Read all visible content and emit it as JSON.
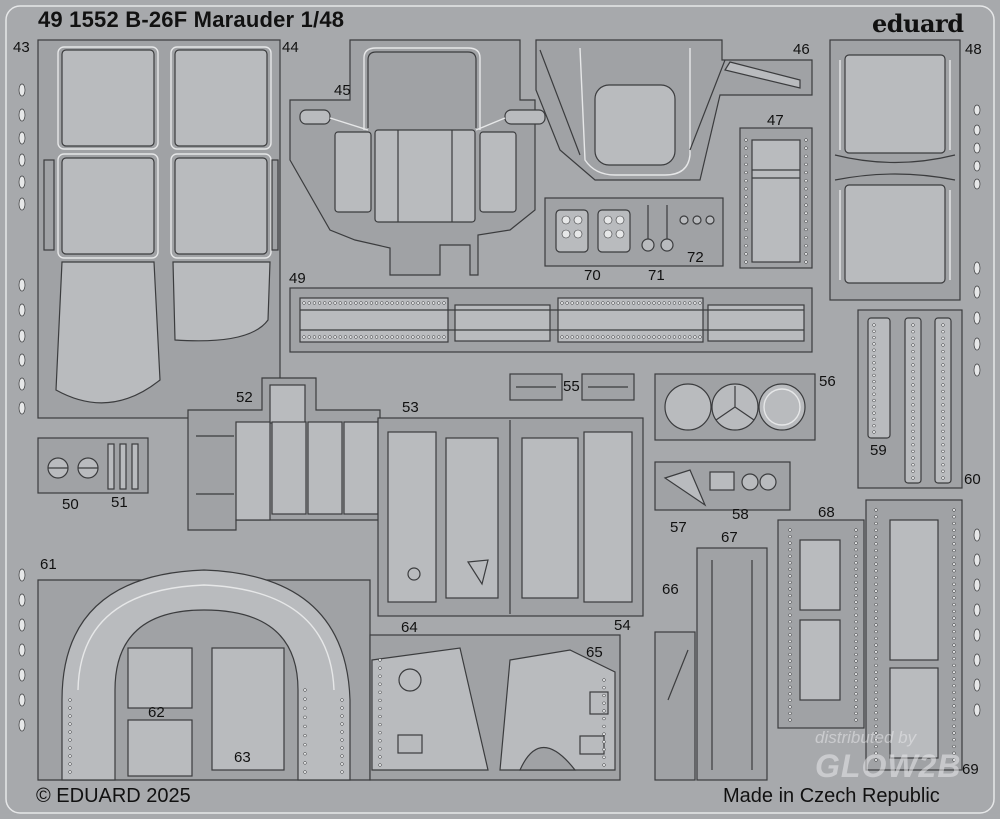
{
  "header": {
    "title": "49 1552 B-26F Marauder 1/48",
    "brand": "eduard"
  },
  "footer": {
    "copyright": "© EDUARD 2025",
    "origin": "Made in Czech Republic"
  },
  "watermark": {
    "line1": "distributed by",
    "line2": "GLOW2B"
  },
  "part_numbers": [
    "43",
    "44",
    "45",
    "46",
    "47",
    "48",
    "49",
    "50",
    "51",
    "52",
    "53",
    "54",
    "55",
    "56",
    "57",
    "58",
    "59",
    "60",
    "61",
    "62",
    "63",
    "64",
    "65",
    "66",
    "67",
    "68",
    "69",
    "70",
    "71",
    "72"
  ],
  "colors": {
    "background": "#a7a9ac",
    "part_fill": "#a0a2a5",
    "part_light": "#b9bbbe",
    "outline": "#3b3c3e",
    "highlight": "#e6e7e8",
    "text": "#111111"
  }
}
